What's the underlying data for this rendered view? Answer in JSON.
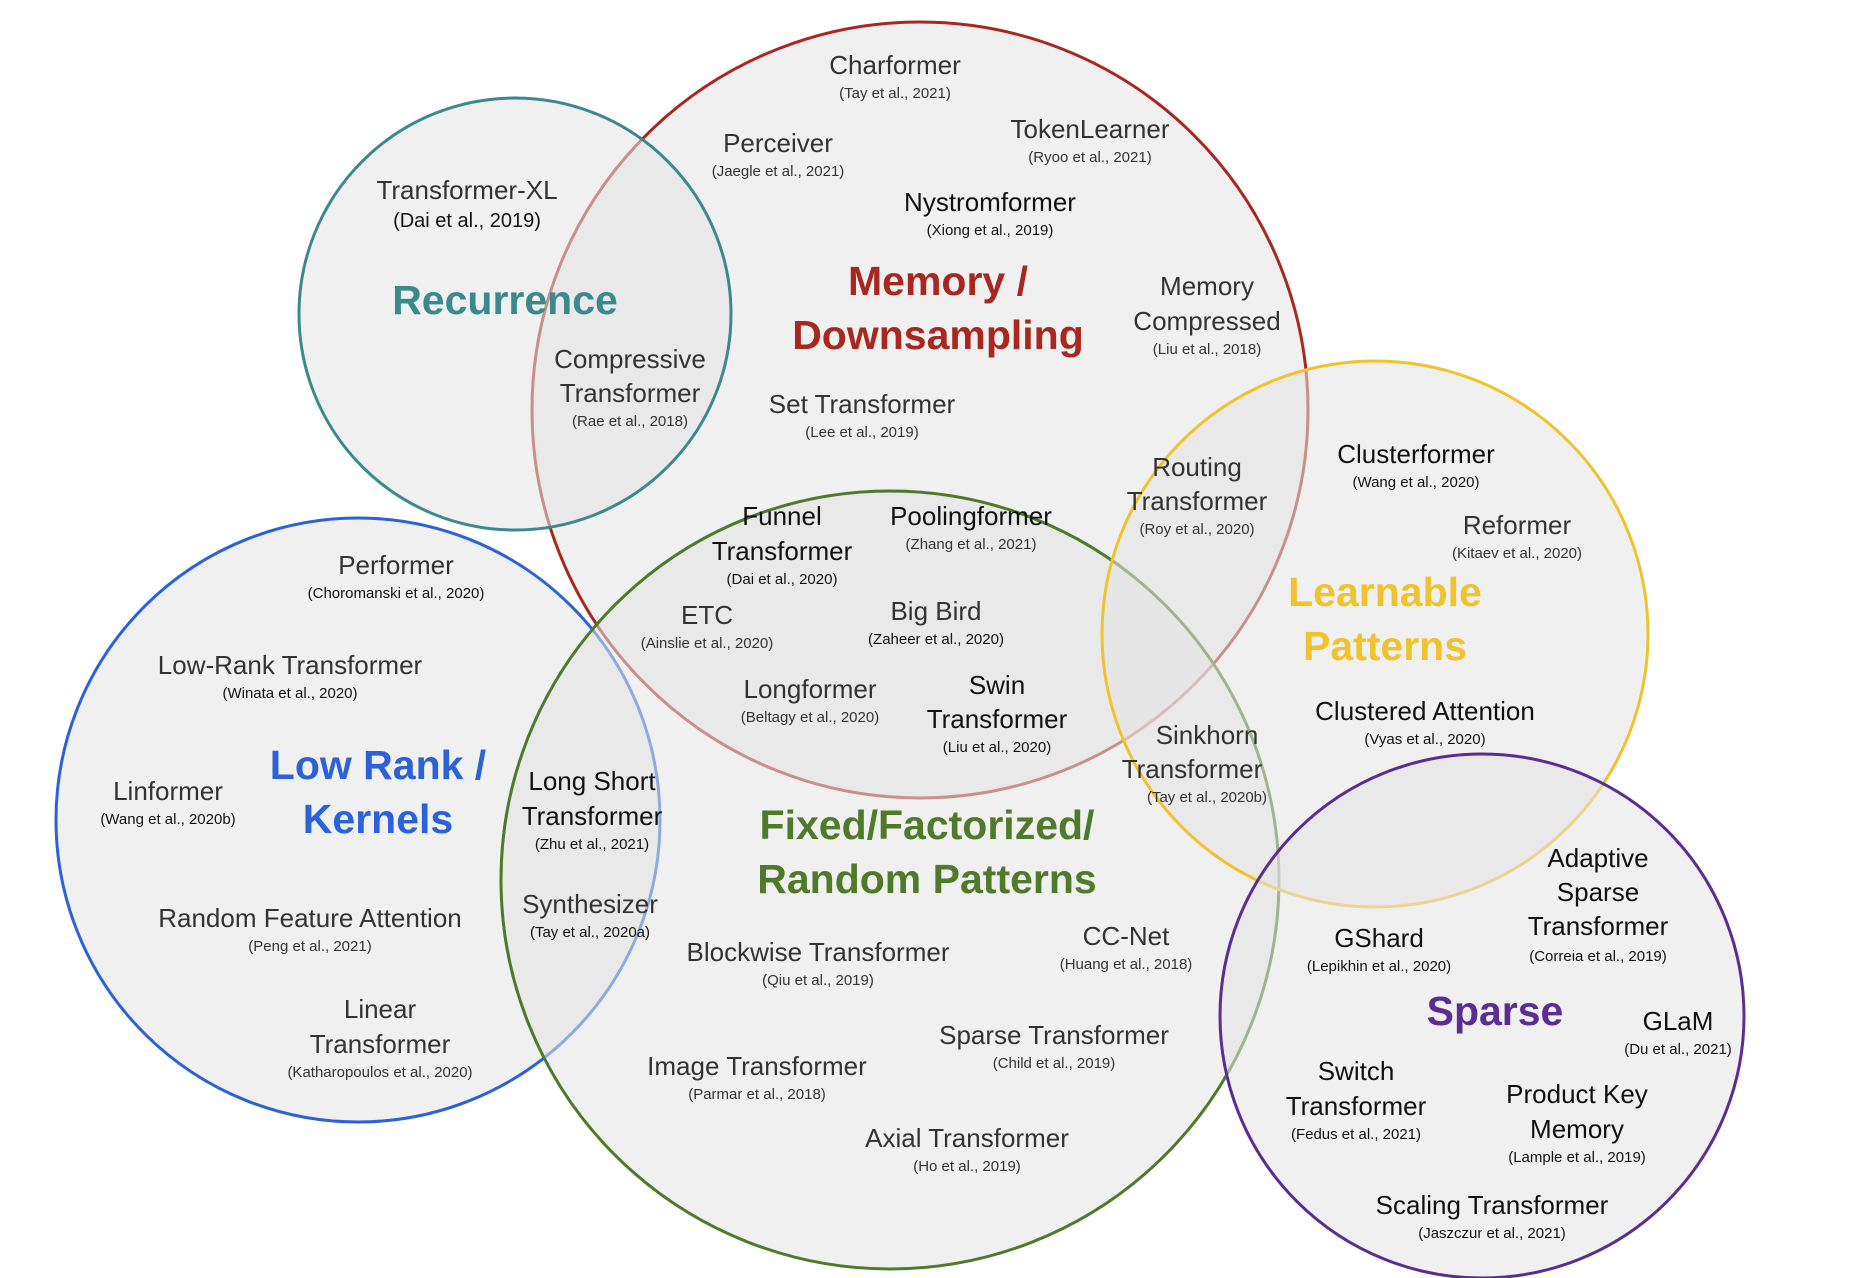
{
  "colors": {
    "recurrence": "#3a8a8c",
    "memory": "#a8281f",
    "low_rank": "#2b62d9",
    "fixed": "#4f7a2a",
    "learnable": "#f0c22d",
    "sparse": "#5a2d91",
    "circle_fill": "#e4e4e4"
  },
  "categories": {
    "recurrence": "Recurrence",
    "memory": [
      "Memory /",
      "Downsampling"
    ],
    "low_rank": [
      "Low Rank /",
      "Kernels"
    ],
    "fixed": [
      "Fixed/Factorized/",
      "Random Patterns"
    ],
    "learnable": [
      "Learnable",
      "Patterns"
    ],
    "sparse": "Sparse"
  },
  "models": {
    "charformer": {
      "name": "Charformer",
      "cite": "(Tay et al., 2021)"
    },
    "perceiver": {
      "name": "Perceiver",
      "cite": "(Jaegle et al., 2021)"
    },
    "tokenlearner": {
      "name": "TokenLearner",
      "cite": "(Ryoo et al., 2021)"
    },
    "nystromformer": {
      "name": "Nystromformer",
      "cite": "(Xiong et al., 2019)"
    },
    "memory_compressed": {
      "name": [
        "Memory",
        "Compressed"
      ],
      "cite": "(Liu et al., 2018)"
    },
    "set_transformer": {
      "name": "Set Transformer",
      "cite": "(Lee et al., 2019)"
    },
    "transformer_xl": {
      "name": "Transformer-XL",
      "cite": "(Dai et al., 2019)"
    },
    "compressive": {
      "name": [
        "Compressive",
        "Transformer"
      ],
      "cite": "(Rae et al., 2018)"
    },
    "routing": {
      "name": [
        "Routing",
        "Transformer"
      ],
      "cite": "(Roy et al., 2020)"
    },
    "clusterformer": {
      "name": "Clusterformer",
      "cite": "(Wang et al., 2020)"
    },
    "reformer": {
      "name": "Reformer",
      "cite": "(Kitaev et al., 2020)"
    },
    "clustered_attention": {
      "name": "Clustered Attention",
      "cite": "(Vyas et al., 2020)"
    },
    "funnel": {
      "name": [
        "Funnel",
        "Transformer"
      ],
      "cite": "(Dai et al., 2020)"
    },
    "poolingformer": {
      "name": "Poolingformer",
      "cite": "(Zhang et al., 2021)"
    },
    "etc": {
      "name": "ETC",
      "cite": "(Ainslie et al., 2020)"
    },
    "big_bird": {
      "name": "Big Bird",
      "cite": "(Zaheer et al., 2020)"
    },
    "longformer": {
      "name": "Longformer",
      "cite": "(Beltagy et al., 2020)"
    },
    "swin": {
      "name": [
        "Swin",
        "Transformer"
      ],
      "cite": "(Liu et al., 2020)"
    },
    "sinkhorn": {
      "name": [
        "Sinkhorn",
        "Transformer"
      ],
      "cite": "(Tay et al., 2020b)"
    },
    "performer": {
      "name": "Performer",
      "cite": "(Choromanski et al., 2020)"
    },
    "low_rank_transformer": {
      "name": "Low-Rank Transformer",
      "cite": "(Winata et al., 2020)"
    },
    "linformer": {
      "name": "Linformer",
      "cite": "(Wang et al., 2020b)"
    },
    "random_feature": {
      "name": "Random Feature Attention",
      "cite": "(Peng et al., 2021)"
    },
    "linear_transformer": {
      "name": [
        "Linear",
        "Transformer"
      ],
      "cite": "(Katharopoulos et al., 2020)"
    },
    "long_short": {
      "name": [
        "Long Short",
        "Transformer"
      ],
      "cite": "(Zhu et al., 2021)"
    },
    "synthesizer": {
      "name": "Synthesizer",
      "cite": "(Tay et al., 2020a)"
    },
    "blockwise": {
      "name": "Blockwise Transformer",
      "cite": "(Qiu et al., 2019)"
    },
    "ccnet": {
      "name": "CC-Net",
      "cite": "(Huang et al., 2018)"
    },
    "sparse_transformer": {
      "name": "Sparse Transformer",
      "cite": "(Child et al., 2019)"
    },
    "image_transformer": {
      "name": "Image Transformer",
      "cite": "(Parmar et al., 2018)"
    },
    "axial": {
      "name": "Axial Transformer",
      "cite": "(Ho et al., 2019)"
    },
    "gshard": {
      "name": "GShard",
      "cite": "(Lepikhin et al., 2020)"
    },
    "adaptive_sparse": {
      "name": [
        "Adaptive",
        "Sparse",
        "Transformer"
      ],
      "cite": "(Correia et al., 2019)"
    },
    "glam": {
      "name": "GLaM",
      "cite": "(Du et al., 2021)"
    },
    "switch": {
      "name": [
        "Switch",
        "Transformer"
      ],
      "cite": "(Fedus et al., 2021)"
    },
    "product_key": {
      "name": [
        "Product Key",
        "Memory"
      ],
      "cite": "(Lample et al., 2019)"
    },
    "scaling": {
      "name": "Scaling Transformer",
      "cite": "(Jaszczur et al., 2021)"
    }
  }
}
